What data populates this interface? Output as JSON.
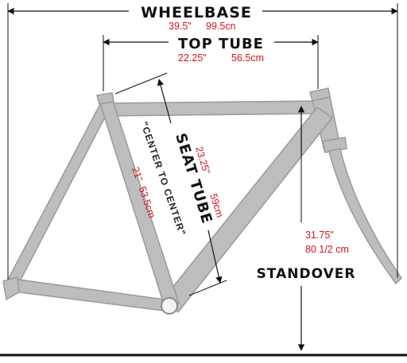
{
  "wheelbase": {
    "label": "WHEELBASE",
    "inches": "39.5\"",
    "metric": "99.5cn"
  },
  "top_tube": {
    "label": "TOP TUBE",
    "inches": "22.25\"",
    "metric": "56.5cm"
  },
  "seat_tube": {
    "label": "SEAT TUBE",
    "inches": "23.25\"",
    "metric": "59cm"
  },
  "center_to_center": {
    "label": "\"CENTER TO CENTER\"",
    "inches": "21\"",
    "metric": "53.5cm"
  },
  "standover": {
    "label": "STANDOVER",
    "inches": "31.75\"",
    "metric": "80 1/2 cm"
  },
  "colors": {
    "frame": "#b9b9b9",
    "frame_edge": "#9a9a9a",
    "measurement": "#d0141b",
    "label": "#111111"
  }
}
